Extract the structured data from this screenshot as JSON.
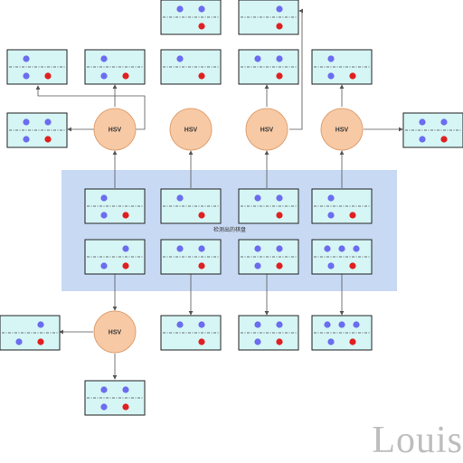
{
  "diagram": {
    "title": "检测出的棋盘",
    "watermark": "Louis",
    "node_label": "HSV",
    "colors": {
      "card_fill": "#d6f5f5",
      "card_border": "#222222",
      "blue_dot": "#6b6cf0",
      "red_dot": "#e02020",
      "hsv_fill": "#f7c9a5",
      "hsv_border": "#e0a070",
      "group_fill": "#c8d9f4",
      "arrow": "#555555"
    },
    "cards": [
      {
        "id": "top-1",
        "top": [
          "b",
          "b"
        ],
        "bottom": [
          "",
          "r"
        ]
      },
      {
        "id": "top-2",
        "top": [
          "",
          "b"
        ],
        "bottom": [
          "",
          "r"
        ]
      },
      {
        "id": "row2-1",
        "top": [
          "b",
          ""
        ],
        "bottom": [
          "b",
          "r"
        ]
      },
      {
        "id": "row2-2",
        "top": [
          "b",
          ""
        ],
        "bottom": [
          "b",
          "r"
        ]
      },
      {
        "id": "row2-3",
        "top": [
          "b",
          ""
        ],
        "bottom": [
          "",
          "r"
        ]
      },
      {
        "id": "row2-4",
        "top": [
          "b",
          "b"
        ],
        "bottom": [
          "",
          "r"
        ]
      },
      {
        "id": "row2-5",
        "top": [
          "b",
          ""
        ],
        "bottom": [
          "b",
          "r"
        ]
      },
      {
        "id": "left-out",
        "top": [
          "b",
          "b"
        ],
        "bottom": [
          "b",
          "r"
        ]
      },
      {
        "id": "right-out",
        "top": [
          "b",
          "b"
        ],
        "bottom": [
          "b",
          "r"
        ]
      },
      {
        "id": "grid-1-1",
        "top": [
          "b",
          ""
        ],
        "bottom": [
          "b",
          "r"
        ]
      },
      {
        "id": "grid-1-2",
        "top": [
          "b",
          ""
        ],
        "bottom": [
          "",
          "r"
        ]
      },
      {
        "id": "grid-1-3",
        "top": [
          "b",
          "b"
        ],
        "bottom": [
          "",
          "r"
        ]
      },
      {
        "id": "grid-1-4",
        "top": [
          "b",
          ""
        ],
        "bottom": [
          "b",
          "r"
        ]
      },
      {
        "id": "grid-2-1",
        "top": [
          "",
          "b"
        ],
        "bottom": [
          "b",
          "r"
        ]
      },
      {
        "id": "grid-2-2",
        "top": [
          "b",
          "b"
        ],
        "bottom": [
          "",
          "r"
        ]
      },
      {
        "id": "grid-2-3",
        "top": [
          "b",
          "b"
        ],
        "bottom": [
          "b",
          "r"
        ]
      },
      {
        "id": "grid-2-4",
        "top": [
          "b",
          "b",
          "b"
        ],
        "bottom": [
          "b",
          "r"
        ]
      },
      {
        "id": "bot-left",
        "top": [
          "",
          "b"
        ],
        "bottom": [
          "b",
          "r"
        ]
      },
      {
        "id": "bot-2",
        "top": [
          "b",
          "b"
        ],
        "bottom": [
          "",
          "r"
        ]
      },
      {
        "id": "bot-3",
        "top": [
          "b",
          "b"
        ],
        "bottom": [
          "b",
          "r"
        ]
      },
      {
        "id": "bot-4",
        "top": [
          "b",
          "b",
          "b"
        ],
        "bottom": [
          "b",
          "r"
        ]
      },
      {
        "id": "bot-bottom",
        "top": [
          "b",
          "b"
        ],
        "bottom": [
          "b",
          "r"
        ]
      }
    ]
  }
}
